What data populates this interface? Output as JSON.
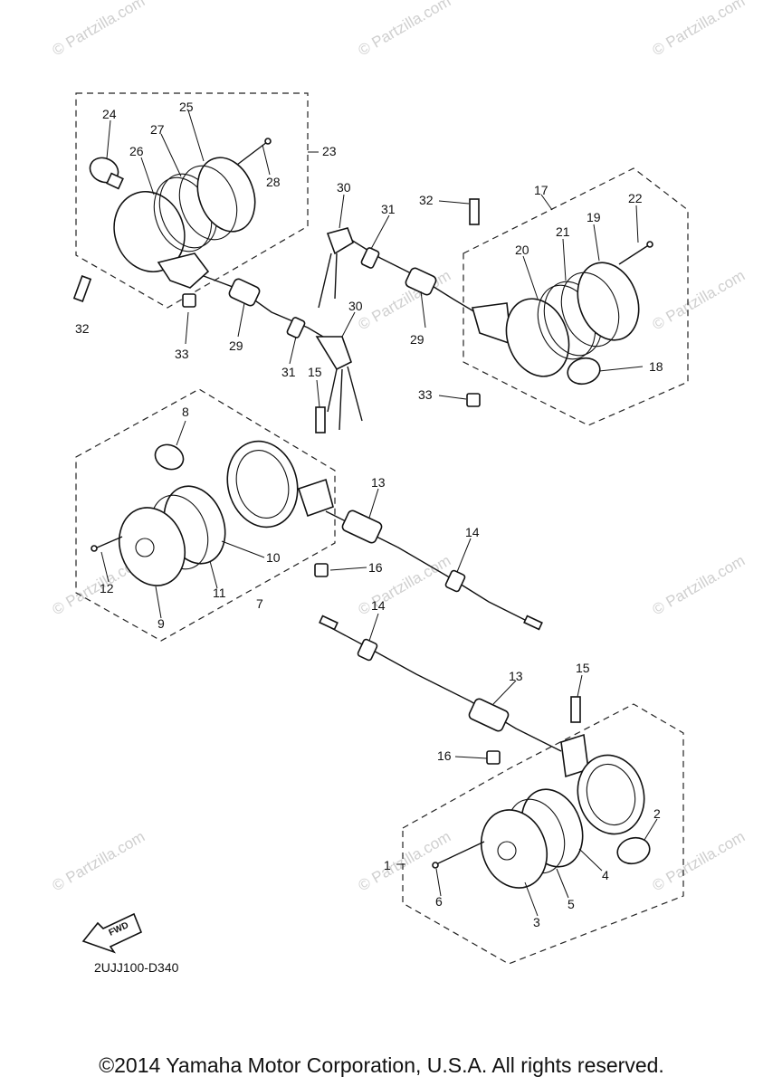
{
  "watermark": "© Partzilla.com",
  "diagram_code": "2UJJ100-D340",
  "copyright": "©2014 Yamaha Motor Corporation, U.S.A. All rights reserved.",
  "fwd_label": "FWD",
  "callouts": {
    "c1": "1",
    "c2": "2",
    "c3": "3",
    "c4": "4",
    "c5": "5",
    "c6": "6",
    "c7": "7",
    "c8": "8",
    "c9": "9",
    "c10": "10",
    "c11": "11",
    "c12": "12",
    "c13a": "13",
    "c13b": "13",
    "c14a": "14",
    "c14b": "14",
    "c15a": "15",
    "c15b": "15",
    "c16a": "16",
    "c16b": "16",
    "c17": "17",
    "c18": "18",
    "c19": "19",
    "c20": "20",
    "c21": "21",
    "c22": "22",
    "c23": "23",
    "c24": "24",
    "c25": "25",
    "c26": "26",
    "c27": "27",
    "c28": "28",
    "c29a": "29",
    "c29b": "29",
    "c30a": "30",
    "c30b": "30",
    "c31a": "31",
    "c31b": "31",
    "c32": "32",
    "c33a": "33",
    "c33b": "33"
  }
}
